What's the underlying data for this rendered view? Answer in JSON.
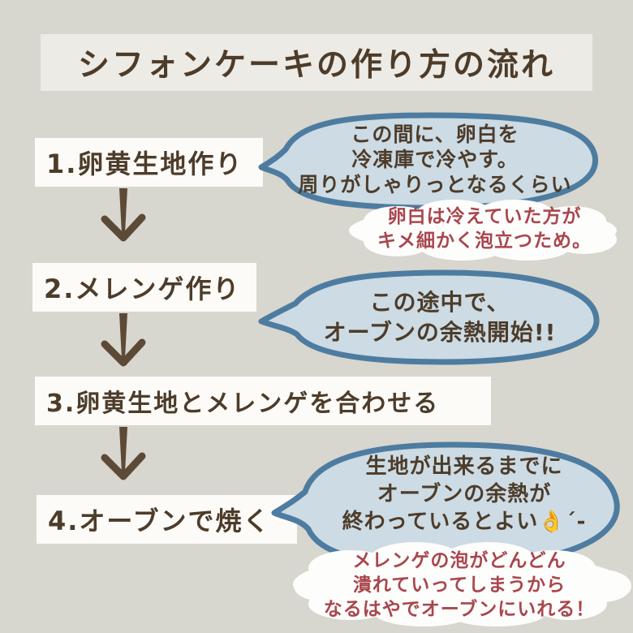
{
  "title": "シフォンケーキの作り方の流れ",
  "steps": [
    {
      "label": "1.卵黄生地作り"
    },
    {
      "label": "2.メレンゲ作り"
    },
    {
      "label": "3.卵黄生地とメレンゲを合わせる"
    },
    {
      "label": "4.オーブンで焼く"
    }
  ],
  "bubbles": [
    {
      "lines": [
        "この間に、卵白を",
        "冷凍庫で冷やす。",
        "周りがしゃりっとなるくらい"
      ]
    },
    {
      "lines": [
        "この途中で、",
        "オーブンの余熱開始!!"
      ]
    },
    {
      "lines": [
        "生地が出来るまでに",
        "オーブンの余熱が",
        "終わっているとよい👌´-"
      ]
    }
  ],
  "notes": [
    {
      "lines": [
        "卵白は冷えていた方が",
        "キメ細かく泡立つため。"
      ]
    },
    {
      "lines": [
        "メレンゲの泡がどんどん",
        "潰れていってしまうから",
        "なるはやでオーブンにいれる！"
      ]
    }
  ],
  "colors": {
    "bg": "#d7d6cf",
    "panel": "#edebe5",
    "box": "#fcfbf8",
    "ink": "#4d3c2a",
    "arrow": "#5d4a36",
    "bubble_fill": "#ccdbe4",
    "bubble_stroke": "#4e7ca0",
    "red": "#a9464d",
    "cloud": "#fdfdfc"
  }
}
